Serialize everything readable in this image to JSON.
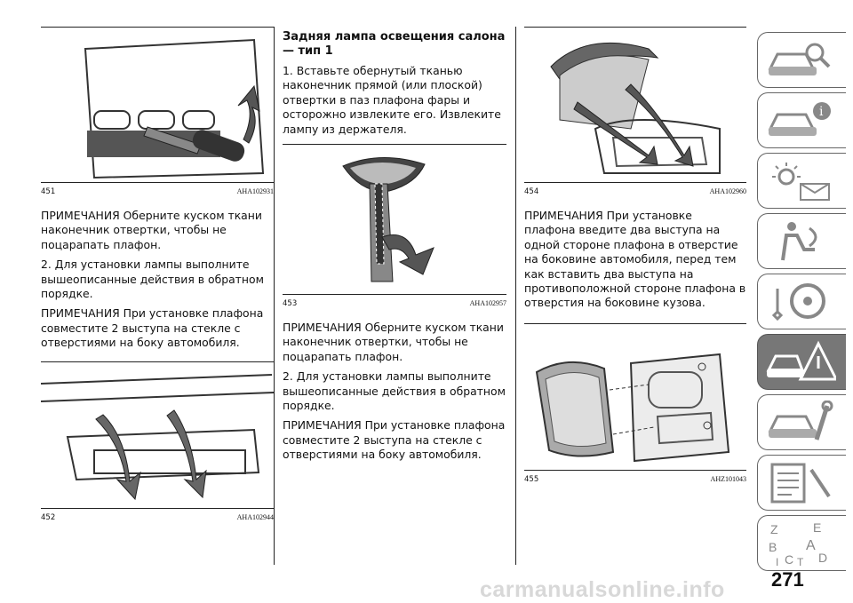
{
  "col1": {
    "fig451": {
      "num": "451",
      "code": "AHA102931"
    },
    "p1": "ПРИМЕЧАНИЯ  Оберните куском ткани наконечник отвертки, чтобы не поцарапать плафон.",
    "p2": "2. Для установки лампы выполните вышеописанные действия в обратном порядке.",
    "p3": "ПРИМЕЧАНИЯ  При установке плафона совместите 2 выступа на стекле с отверстиями на боку автомобиля.",
    "fig452": {
      "num": "452",
      "code": "AHA102944"
    }
  },
  "col2": {
    "heading": "Задняя лампа освещения салона — тип 1",
    "p1": "1. Вставьте обернутый тканью наконечник прямой (или плоской) отвертки в паз плафона фары и осторожно извлеките его. Извлеките лампу из держателя.",
    "fig453": {
      "num": "453",
      "code": "AHA102957"
    },
    "p2": "ПРИМЕЧАНИЯ  Оберните куском ткани наконечник отвертки, чтобы не поцарапать плафон.",
    "p3": "2. Для установки лампы выполните вышеописанные действия в обратном порядке.",
    "p4": "ПРИМЕЧАНИЯ  При установке плафона совместите 2 выступа на стекле с отверстиями на боку автомобиля."
  },
  "col3": {
    "fig454": {
      "num": "454",
      "code": "AHA102960"
    },
    "p1": "ПРИМЕЧАНИЯ  При установке плафона введите два выступа на одной стороне плафона в отверстие на боковине автомобиля, перед тем как вставить два выступа на противоположной стороне плафона в отверстия на боковине кузова.",
    "fig455": {
      "num": "455",
      "code": "AHZ101043"
    }
  },
  "sidebar": {
    "tabs": [
      {
        "icon": "car-search-icon",
        "active": false
      },
      {
        "icon": "car-info-icon",
        "active": false
      },
      {
        "icon": "warning-lights-message-icon",
        "active": false
      },
      {
        "icon": "seat-airbag-icon",
        "active": false
      },
      {
        "icon": "steering-wheel-key-icon",
        "active": false
      },
      {
        "icon": "car-warning-triangle-icon",
        "active": true
      },
      {
        "icon": "car-wrench-icon",
        "active": false
      },
      {
        "icon": "specifications-list-icon",
        "active": false
      },
      {
        "icon": "alphabet-index-icon",
        "active": false
      }
    ],
    "index_letters": [
      "Z",
      "E",
      "B",
      "A",
      "C",
      "D",
      "I",
      "T"
    ]
  },
  "page_number": "271",
  "watermark": "carmanualsonline.info"
}
